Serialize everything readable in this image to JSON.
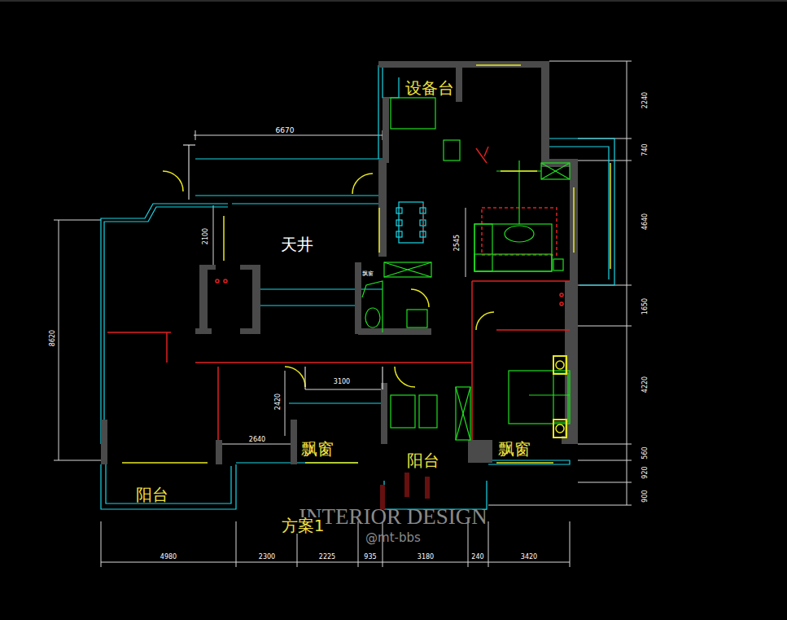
{
  "diagram": {
    "caption": "方案1",
    "labels": [
      "设备台",
      "6670",
      "天井",
      "2100",
      "2545",
      "飘窗",
      "3100",
      "2420",
      "2640",
      "飘窗",
      "阳台",
      "飘窗",
      "阳台",
      "8620",
      "2240",
      "740",
      "4640",
      "1650",
      "4220",
      "560",
      "920",
      "900",
      "4980",
      "2300",
      "2225",
      "935",
      "3180",
      "240",
      "3420",
      "INTERIOR DESIGN",
      "@mt-bbs"
    ]
  }
}
